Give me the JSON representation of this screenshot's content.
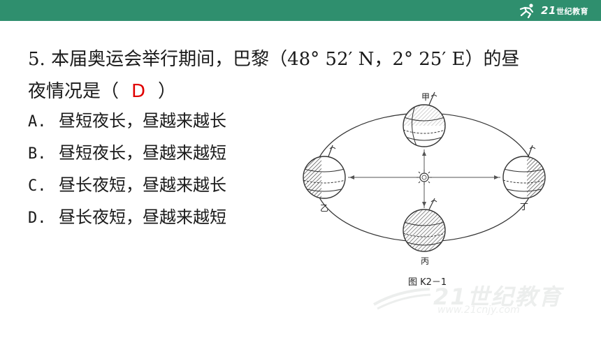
{
  "header": {
    "logo_text": "21",
    "logo_suffix": "世纪教育"
  },
  "question": {
    "line1": "5. 本届奥运会举行期间，巴黎（48° 52′ N，2° 25′ E）的昼",
    "line2_prefix": "夜情况是（",
    "answer": "D",
    "line2_suffix": "）"
  },
  "options": [
    {
      "key": "A.",
      "text": "昼短夜长，昼越来越长"
    },
    {
      "key": "B.",
      "text": "昼短夜长，昼越来越短"
    },
    {
      "key": "C.",
      "text": "昼长夜短，昼越来越长"
    },
    {
      "key": "D.",
      "text": "昼长夜短，昼越来越短"
    }
  ],
  "diagram": {
    "labels": {
      "top": "甲",
      "left": "乙",
      "right": "丁",
      "bottom": "丙"
    },
    "caption": "图 K2－1"
  },
  "watermark": {
    "text": "21世纪教育",
    "url": "www.21cnjy.com"
  },
  "colors": {
    "header": "#2f8f6e",
    "answer": "#e00000"
  }
}
